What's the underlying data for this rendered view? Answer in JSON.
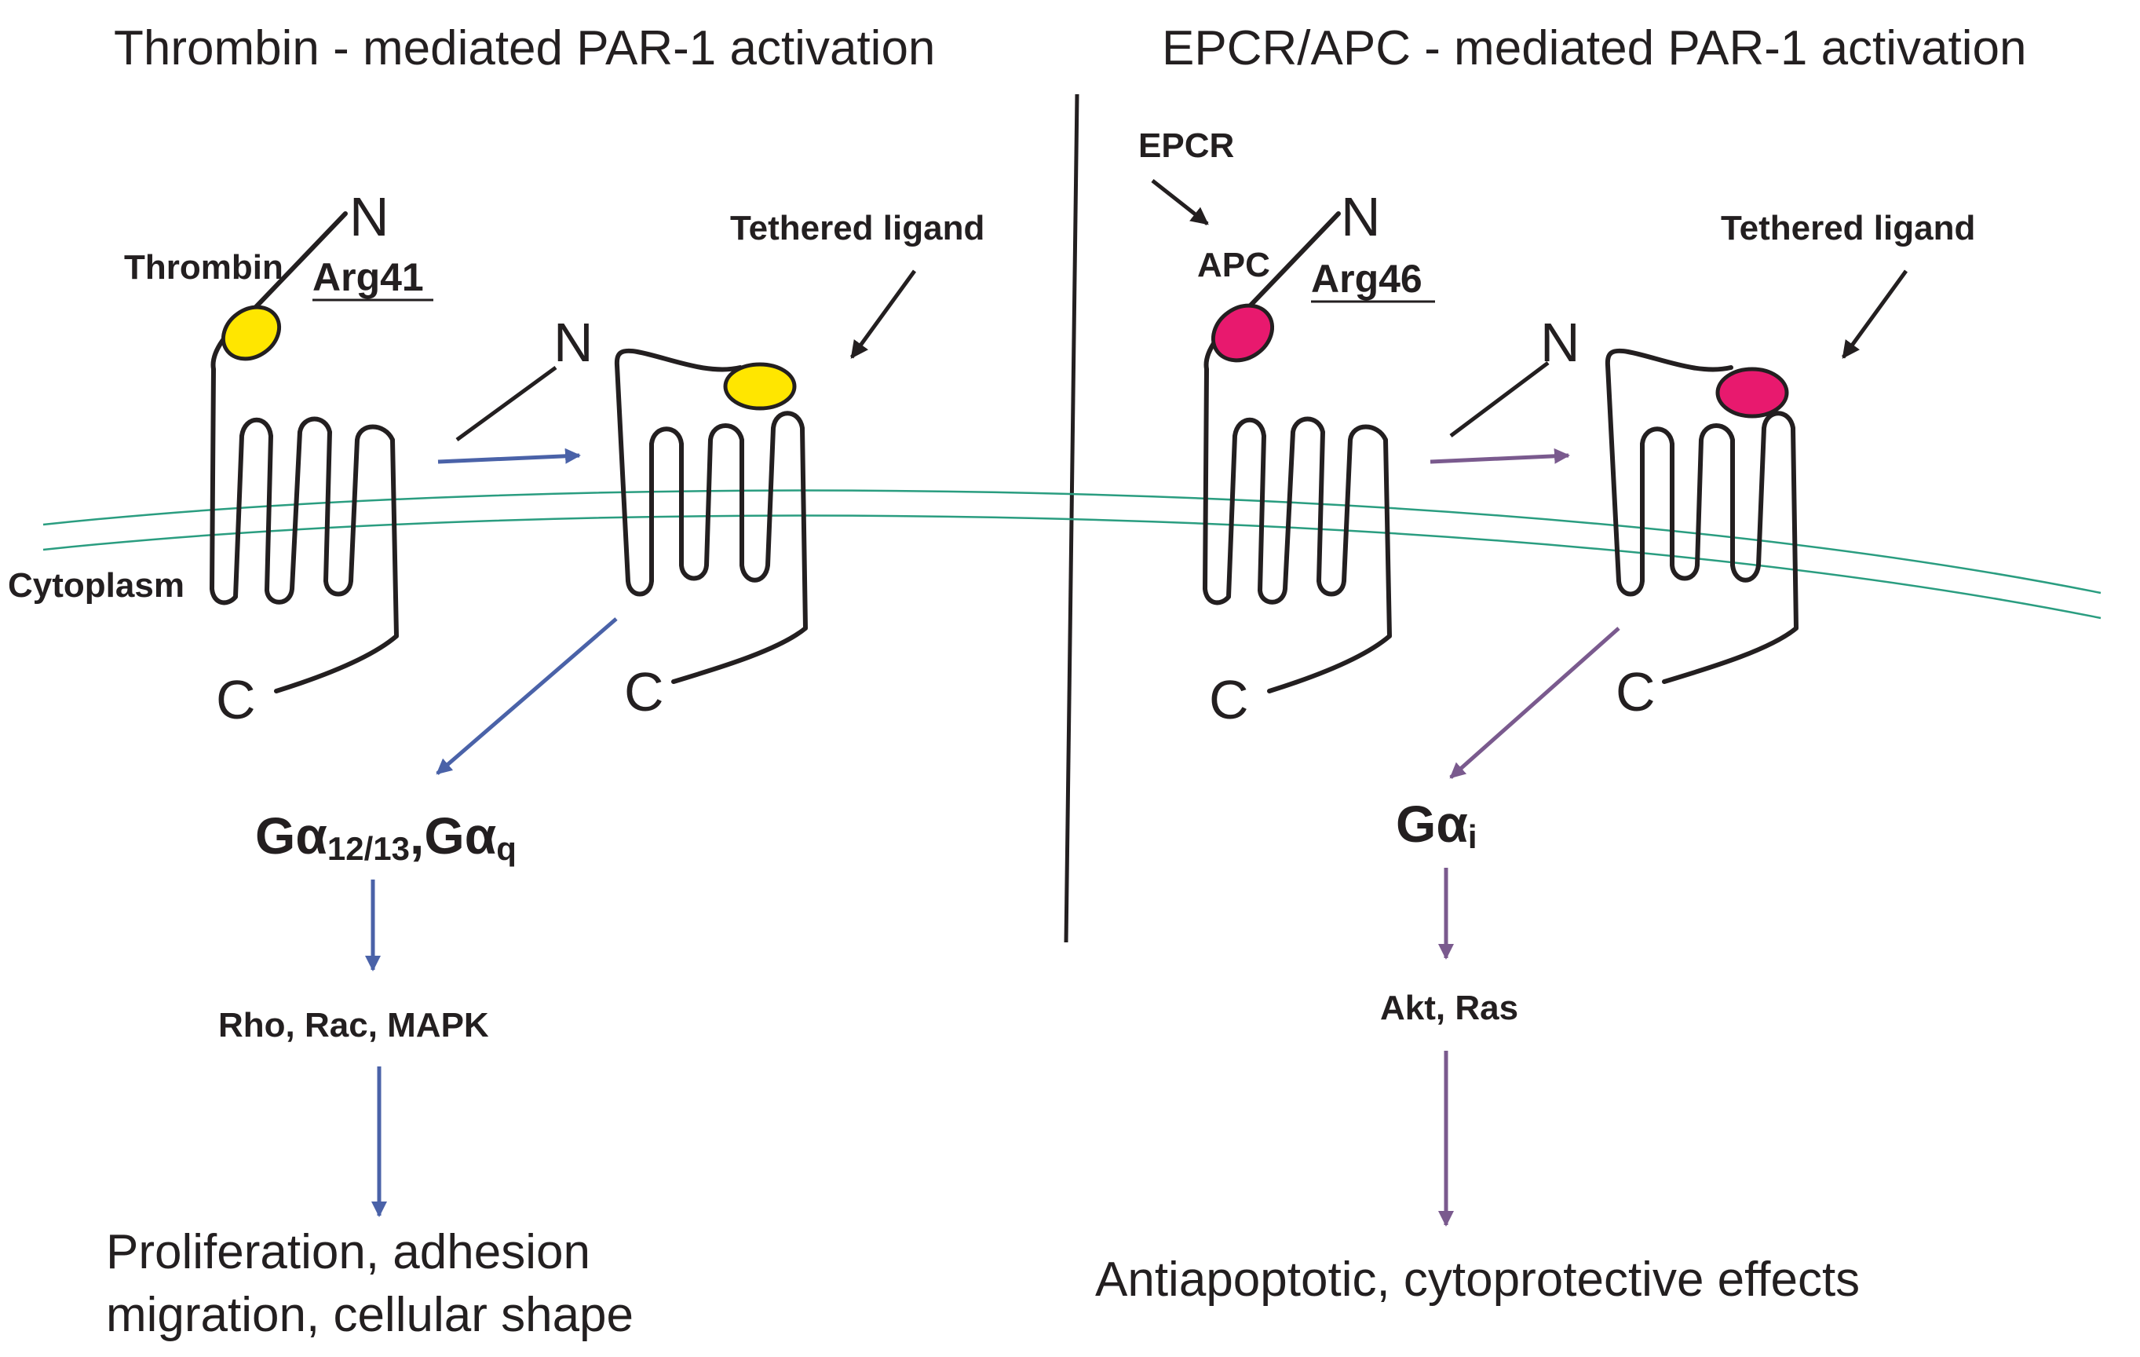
{
  "titles": {
    "left": "Thrombin - mediated PAR-1 activation",
    "right": "EPCR/APC - mediated PAR-1 activation"
  },
  "left": {
    "protease": "Thrombin",
    "site": "Arg41",
    "tethered_ligand": "Tethered ligand",
    "compartment": "Cytoplasm",
    "n_terminus": "N",
    "c_terminus": "C",
    "g_protein": {
      "main1": "Gα",
      "sub1": "12/13",
      "sep": ",",
      "main2": "Gα",
      "sub2": "q"
    },
    "effectors": "Rho, Rac, MAPK",
    "outcome_line1": "Proliferation, adhesion",
    "outcome_line2": "migration, cellular shape"
  },
  "right": {
    "cofactor": "EPCR",
    "protease": "APC",
    "site": "Arg46",
    "tethered_ligand": "Tethered ligand",
    "n_terminus": "N",
    "c_terminus": "C",
    "g_protein": {
      "main1": "Gα",
      "sub1": "i"
    },
    "effectors": "Akt, Ras",
    "outcome": "Antiapoptotic, cytoprotective effects"
  },
  "colors": {
    "thrombin": "#ffe600",
    "apc": "#e8196e",
    "left_arrows": "#4a62a8",
    "right_arrows": "#7a5a8e",
    "membrane": "#2a9d80",
    "ink": "#231f20"
  }
}
